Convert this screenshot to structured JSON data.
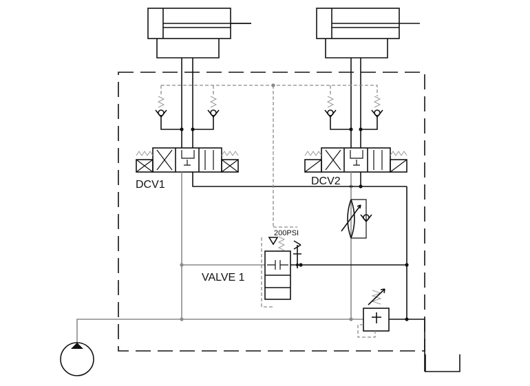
{
  "labels": {
    "dcv1": "DCV1",
    "dcv2": "DCV2",
    "valve1": "VALVE 1",
    "pressure": "200PSI"
  }
}
